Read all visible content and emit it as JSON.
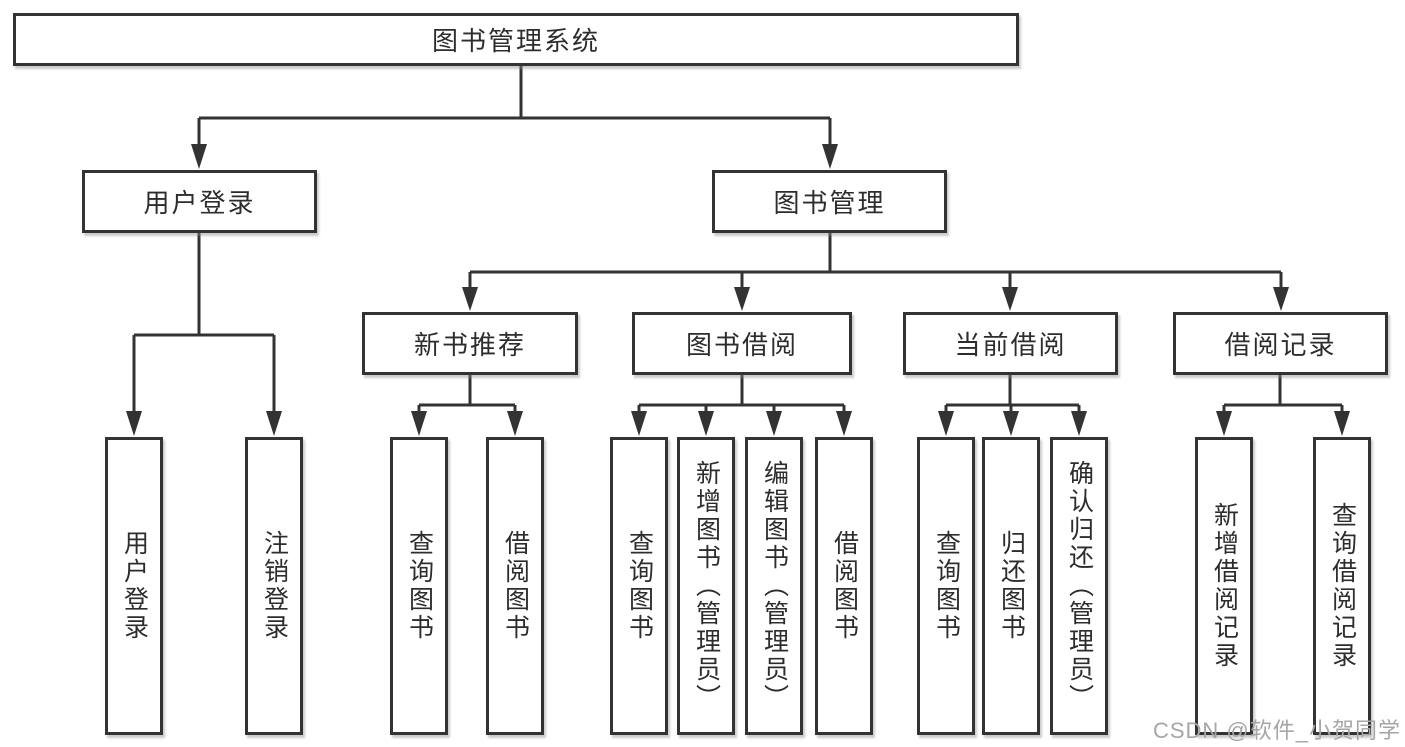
{
  "title": "图书管理系统",
  "watermark": "CSDN @软件_小贺同学",
  "colors": {
    "line": "#333333",
    "box_border": "#333333",
    "text": "#2d2d2d",
    "watermark": "#a6a6a6",
    "background": "#ffffff"
  },
  "nodes": {
    "root": {
      "label": "图书管理系统"
    },
    "user_login": {
      "label": "用户登录"
    },
    "book_mgmt": {
      "label": "图书管理"
    },
    "new_book_rec": {
      "label": "新书推荐"
    },
    "book_borrow": {
      "label": "图书借阅"
    },
    "current_borrow": {
      "label": "当前借阅"
    },
    "borrow_record": {
      "label": "借阅记录"
    },
    "leaf_user_login": {
      "label": "用户登录"
    },
    "leaf_logout": {
      "label": "注销登录"
    },
    "leaf_nb_query": {
      "label": "查询图书"
    },
    "leaf_nb_borrow": {
      "label": "借阅图书"
    },
    "leaf_bb_query": {
      "label": "查询图书"
    },
    "leaf_bb_add": {
      "label": "新增图书（管理员）"
    },
    "leaf_bb_edit": {
      "label": "编辑图书（管理员）"
    },
    "leaf_bb_borrow": {
      "label": "借阅图书"
    },
    "leaf_cb_query": {
      "label": "查询图书"
    },
    "leaf_cb_return": {
      "label": "归还图书"
    },
    "leaf_cb_confirm": {
      "label": "确认归还（管理员）"
    },
    "leaf_br_add": {
      "label": "新增借阅记录"
    },
    "leaf_br_query": {
      "label": "查询借阅记录"
    }
  },
  "structure": {
    "图书管理系统": {
      "用户登录": [
        "用户登录",
        "注销登录"
      ],
      "图书管理": {
        "新书推荐": [
          "查询图书",
          "借阅图书"
        ],
        "图书借阅": [
          "查询图书",
          "新增图书（管理员）",
          "编辑图书（管理员）",
          "借阅图书"
        ],
        "当前借阅": [
          "查询图书",
          "归还图书",
          "确认归还（管理员）"
        ],
        "借阅记录": [
          "新增借阅记录",
          "查询借阅记录"
        ]
      }
    }
  }
}
